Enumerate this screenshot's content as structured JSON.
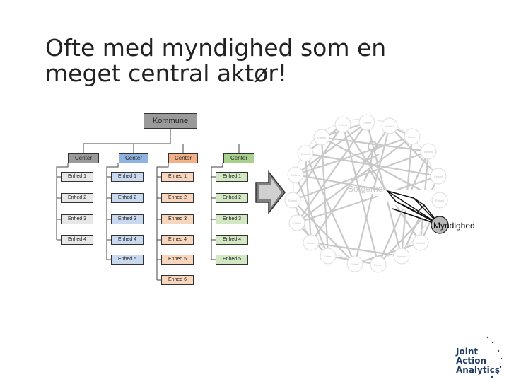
{
  "title": "Ofte med myndighed som en meget central aktør!",
  "org_chart": {
    "root": "Kommune",
    "centers": [
      "Center",
      "Center",
      "Center",
      "Center"
    ],
    "columns": [
      [
        "Enhed 1",
        "Enhed 2",
        "Enhed 3",
        "Enhed 4"
      ],
      [
        "Enhed 1",
        "Enhed 2",
        "Enhed 3",
        "Enhed 4",
        "Enhed 5"
      ],
      [
        "Enhed 1",
        "Enhed 2",
        "Enhed 3",
        "Enhed 4",
        "Enhed 5",
        "Enhed 6"
      ],
      [
        "Enhed 1",
        "Enhed 2",
        "Enhed 3",
        "Enhed 4",
        "Enhed 5"
      ]
    ]
  },
  "network": {
    "center_label": "Borgerne",
    "node_label": "Enhed",
    "highlight_label": "Myndighed"
  },
  "logo": {
    "lines": [
      "Joint",
      "Action",
      "Analytics"
    ]
  },
  "colors": {
    "root": "#9a9a9a",
    "center_fills": [
      "#9a9a9a",
      "#8fb3e0",
      "#f2b186",
      "#a9d18e"
    ],
    "unit_fills": [
      "#e7e7e7",
      "#c8d9f0",
      "#f8d6be",
      "#d2e8c3"
    ],
    "network_line": "#c9c9c9",
    "highlight_node": "#b8b8b8",
    "logo_text": "#1f3b63"
  }
}
